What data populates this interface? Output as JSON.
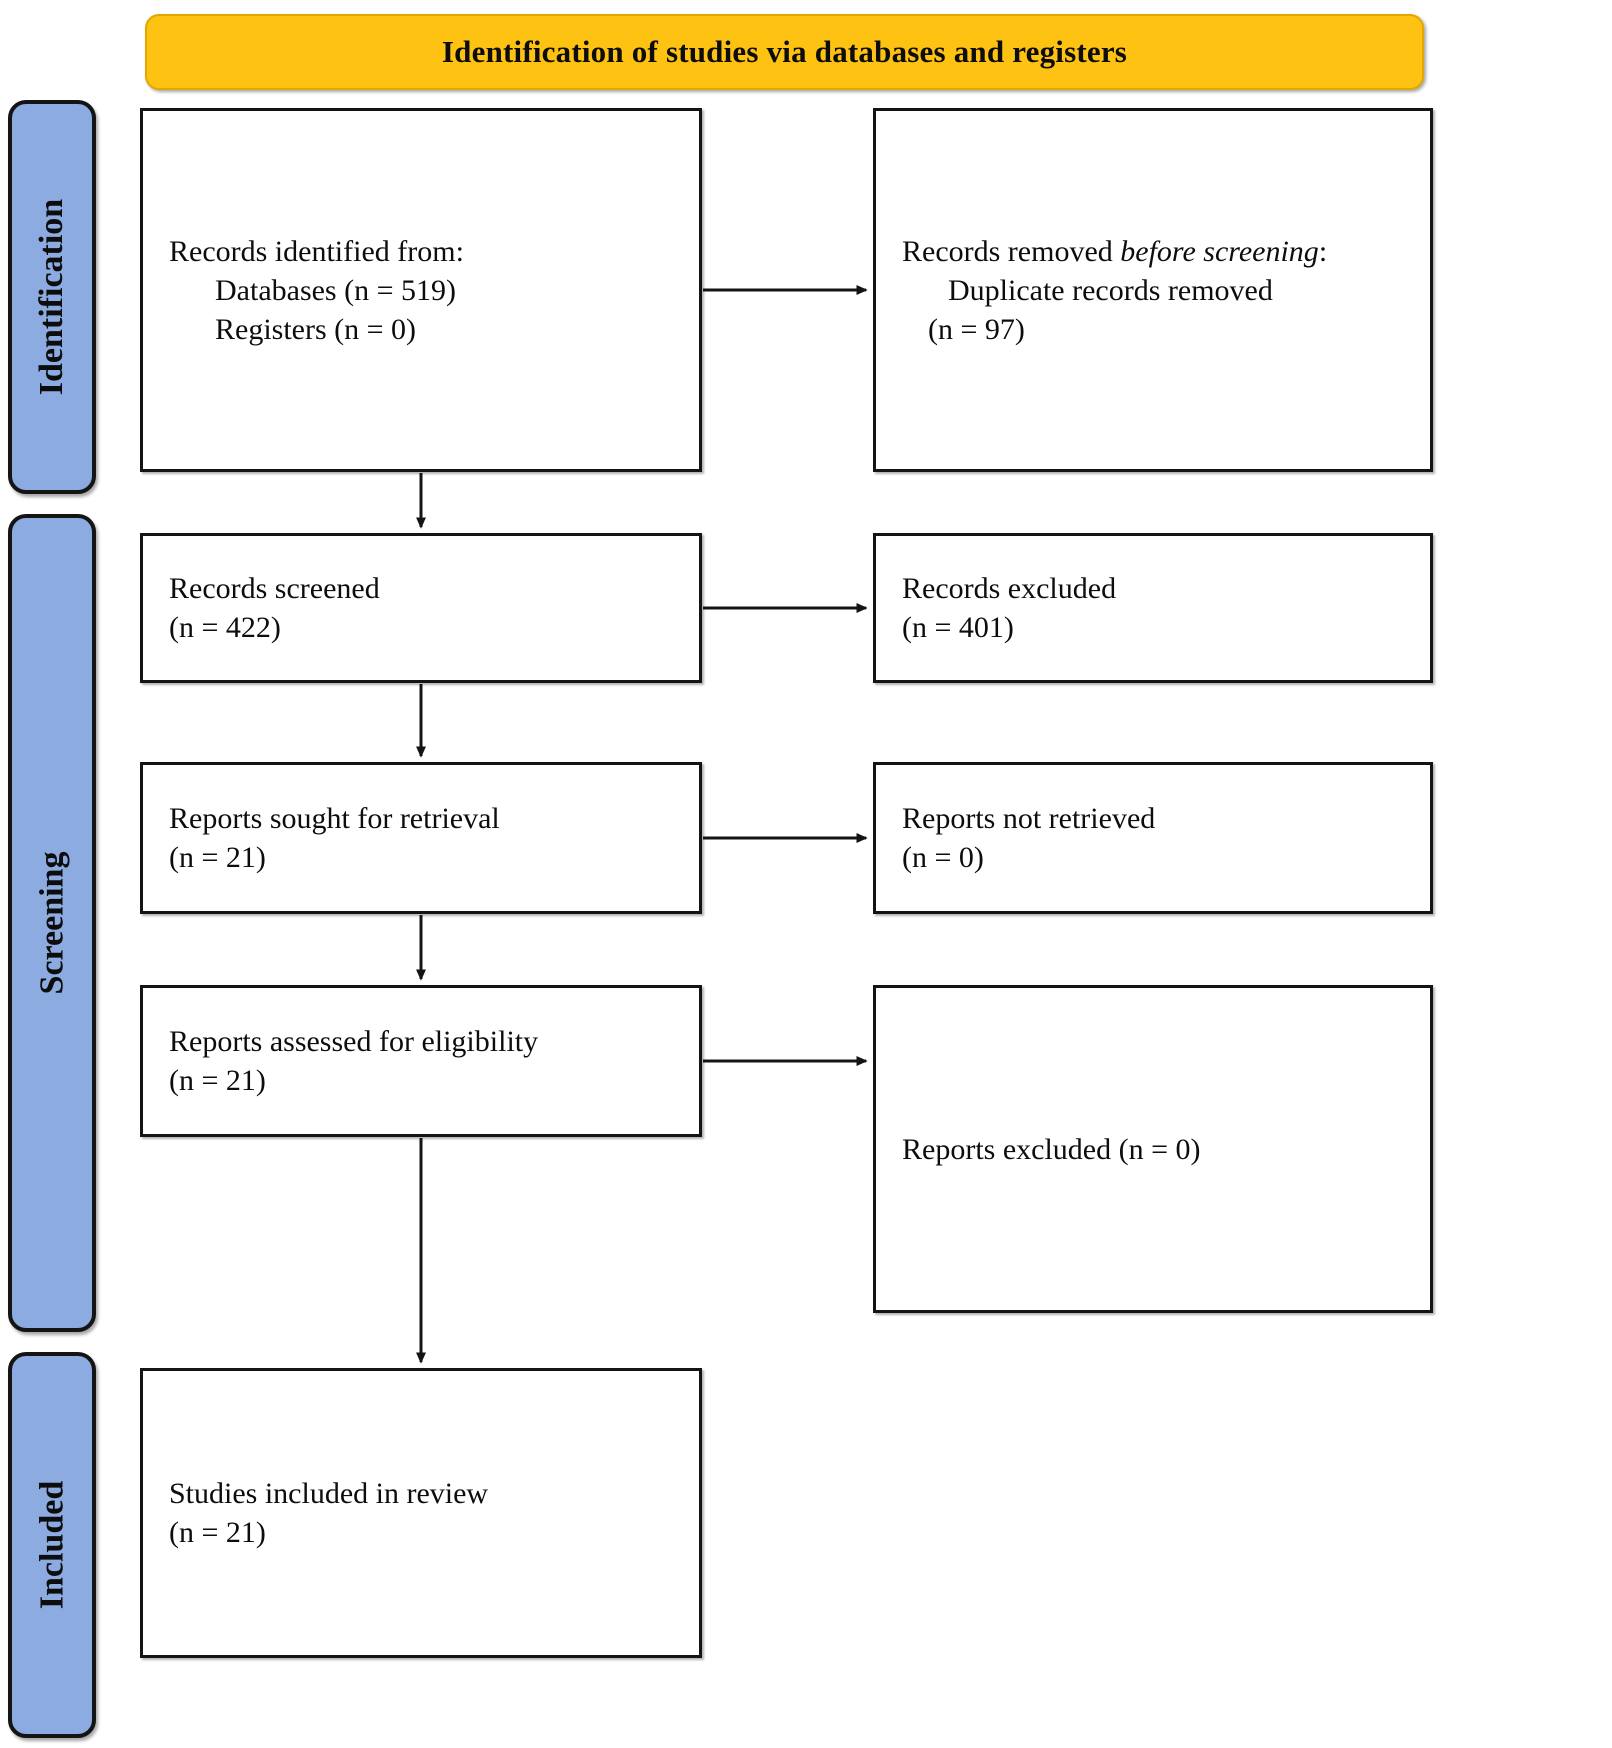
{
  "banner": {
    "title": "Identification of studies via databases and registers"
  },
  "phases": [
    {
      "id": "identification",
      "label": "Identification"
    },
    {
      "id": "screening",
      "label": "Screening"
    },
    {
      "id": "included",
      "label": "Included"
    }
  ],
  "boxes": {
    "identified": {
      "line1": "Records identified from:",
      "line2": "Databases (n = 519)",
      "line3": "Registers (n = 0)"
    },
    "removed": {
      "lead": "Records removed ",
      "italic": "before screening",
      "colon": ":",
      "line2": "Duplicate records removed",
      "line3": "(n = 97)"
    },
    "screened": {
      "line1": "Records screened",
      "line2": "(n = 422)"
    },
    "excluded_records": {
      "line1": "Records excluded",
      "line2": "(n = 401)"
    },
    "sought": {
      "line1": "Reports sought for retrieval",
      "line2": "(n = 21)"
    },
    "not_retrieved": {
      "line1": "Reports not retrieved",
      "line2": "(n = 0)"
    },
    "assessed": {
      "line1": "Reports assessed for eligibility",
      "line2": "(n = 21)"
    },
    "excluded_reports": {
      "line1": "Reports excluded (n = 0)"
    },
    "included": {
      "line1": "Studies included in review",
      "line2": "(n = 21)"
    }
  },
  "colors": {
    "banner_fill": "#FDC212",
    "phase_fill": "#8CABE0",
    "stroke": "#141414",
    "box_fill": "#FFFFFF"
  },
  "chart_data": {
    "type": "diagram",
    "title": "Identification of studies via databases and registers",
    "nodes": [
      {
        "id": "identified",
        "phase": "Identification",
        "column": "left",
        "label": "Records identified from: Databases (n = 519); Registers (n = 0)",
        "values": {
          "Databases": 519,
          "Registers": 0
        }
      },
      {
        "id": "removed",
        "phase": "Identification",
        "column": "right",
        "label": "Records removed before screening: Duplicate records removed (n = 97)",
        "values": {
          "Duplicate records removed": 97
        }
      },
      {
        "id": "screened",
        "phase": "Screening",
        "column": "left",
        "label": "Records screened (n = 422)",
        "values": {
          "n": 422
        }
      },
      {
        "id": "excluded_records",
        "phase": "Screening",
        "column": "right",
        "label": "Records excluded (n = 401)",
        "values": {
          "n": 401
        }
      },
      {
        "id": "sought",
        "phase": "Screening",
        "column": "left",
        "label": "Reports sought for retrieval (n = 21)",
        "values": {
          "n": 21
        }
      },
      {
        "id": "not_retrieved",
        "phase": "Screening",
        "column": "right",
        "label": "Reports not retrieved (n = 0)",
        "values": {
          "n": 0
        }
      },
      {
        "id": "assessed",
        "phase": "Screening",
        "column": "left",
        "label": "Reports assessed for eligibility (n = 21)",
        "values": {
          "n": 21
        }
      },
      {
        "id": "excluded_reports",
        "phase": "Screening",
        "column": "right",
        "label": "Reports excluded (n = 0)",
        "values": {
          "n": 0
        }
      },
      {
        "id": "included",
        "phase": "Included",
        "column": "left",
        "label": "Studies included in review (n = 21)",
        "values": {
          "n": 21
        }
      }
    ],
    "edges": [
      {
        "from": "identified",
        "to": "removed",
        "direction": "right"
      },
      {
        "from": "identified",
        "to": "screened",
        "direction": "down"
      },
      {
        "from": "screened",
        "to": "excluded_records",
        "direction": "right"
      },
      {
        "from": "screened",
        "to": "sought",
        "direction": "down"
      },
      {
        "from": "sought",
        "to": "not_retrieved",
        "direction": "right"
      },
      {
        "from": "sought",
        "to": "assessed",
        "direction": "down"
      },
      {
        "from": "assessed",
        "to": "excluded_reports",
        "direction": "right"
      },
      {
        "from": "assessed",
        "to": "included",
        "direction": "down"
      }
    ]
  }
}
